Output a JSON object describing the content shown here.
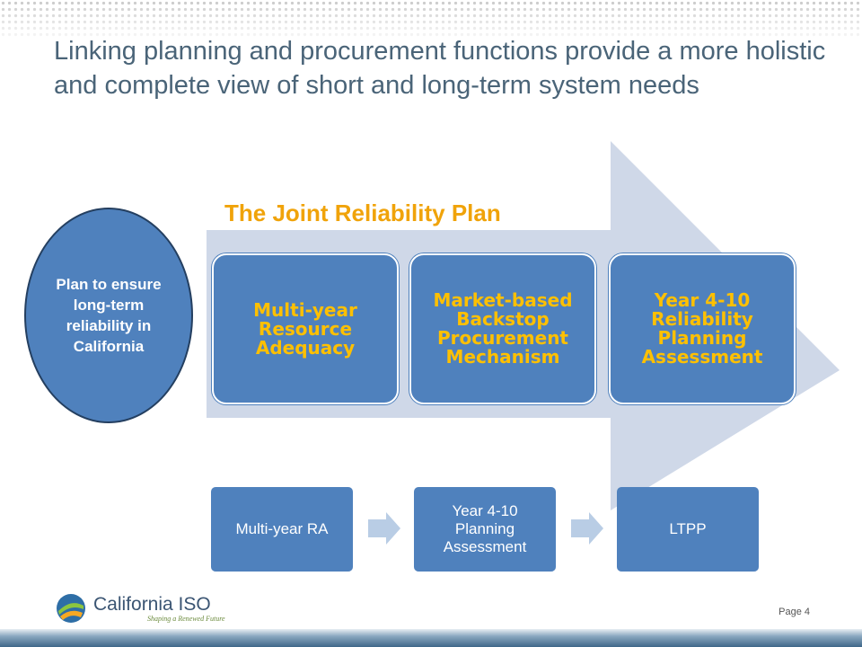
{
  "slide": {
    "title": "Linking planning and procurement functions provide a more holistic and complete view of short and long-term system needs",
    "plan_heading": "The Joint Reliability Plan",
    "oval_text": "Plan to ensure long-term reliability in California",
    "big_boxes": [
      {
        "label": "Multi-year Resource Adequacy"
      },
      {
        "label": "Market-based Backstop Procurement Mechanism"
      },
      {
        "label": "Year 4-10 Reliability Planning Assessment"
      }
    ],
    "small_boxes": [
      {
        "label": "Multi-year RA"
      },
      {
        "label": "Year 4-10 Planning Assessment"
      },
      {
        "label": "LTPP"
      }
    ],
    "logo": {
      "name": "California ISO",
      "tagline": "Shaping a Renewed Future"
    },
    "page_number": "Page 4"
  },
  "colors": {
    "title": "#4a6478",
    "accent_orange": "#f0a30a",
    "box_blue": "#4f81bd",
    "box_text_gold": "#ffc000",
    "arrow_fill": "#cfd8e8",
    "chevron_fill": "#b9cde5"
  },
  "icons": [
    "california-iso-logo-icon",
    "chevron-right-icon"
  ]
}
